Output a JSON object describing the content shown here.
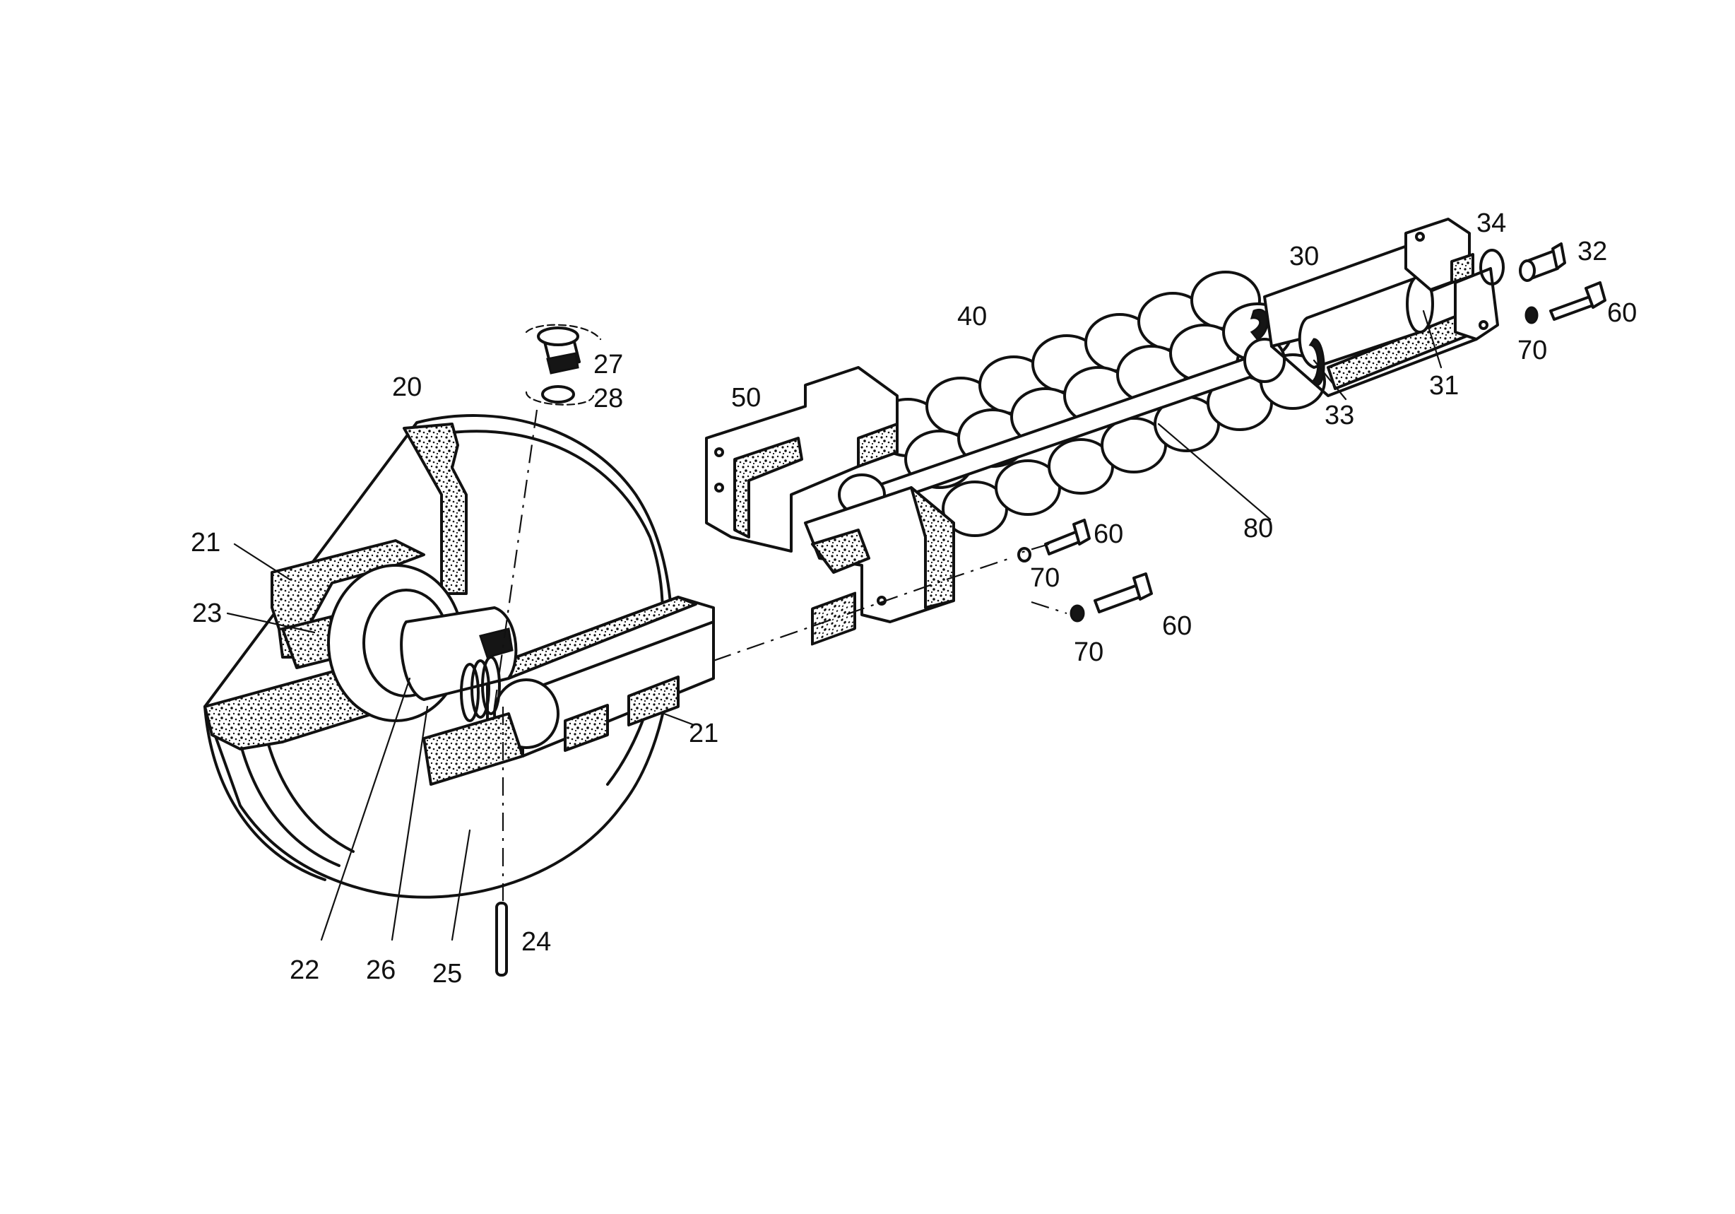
{
  "callouts": {
    "c20": "20",
    "c21a": "21",
    "c21b": "21",
    "c22": "22",
    "c23": "23",
    "c24": "24",
    "c25": "25",
    "c26": "26",
    "c27": "27",
    "c28": "28",
    "c30": "30",
    "c31": "31",
    "c32": "32",
    "c33": "33",
    "c34": "34",
    "c40": "40",
    "c50": "50",
    "c60a": "60",
    "c60b": "60",
    "c60c": "60",
    "c70a": "70",
    "c70b": "70",
    "c70c": "70",
    "c80": "80"
  }
}
